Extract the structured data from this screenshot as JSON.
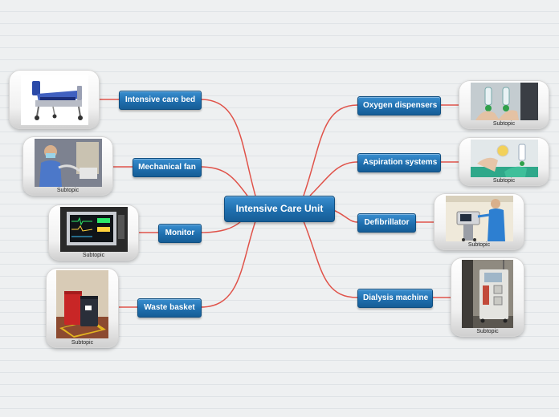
{
  "central": {
    "label": "Intensive Care Unit"
  },
  "left_topics": [
    {
      "label": "Intensive care bed",
      "image": "hospital-bed",
      "caption": ""
    },
    {
      "label": "Mechanical fan",
      "image": "patient-ventilator",
      "caption": "Subtopic"
    },
    {
      "label": "Monitor",
      "image": "vital-signs-monitor",
      "caption": "Subtopic"
    },
    {
      "label": "Waste basket",
      "image": "waste-bins",
      "caption": "Subtopic"
    }
  ],
  "right_topics": [
    {
      "label": "Oxygen dispensers",
      "image": "oxygen-flowmeter",
      "caption": "Subtopic"
    },
    {
      "label": "Aspiration systems",
      "image": "suction-canister",
      "caption": "Subtopic"
    },
    {
      "label": "Defibrillator",
      "image": "defibrillator-cart",
      "caption": "Subtopic"
    },
    {
      "label": "Dialysis machine",
      "image": "dialysis-unit",
      "caption": "Subtopic"
    }
  ],
  "colors": {
    "connector": "#e0534a",
    "topic": "#1f6fae",
    "background": "#eef0f1"
  }
}
